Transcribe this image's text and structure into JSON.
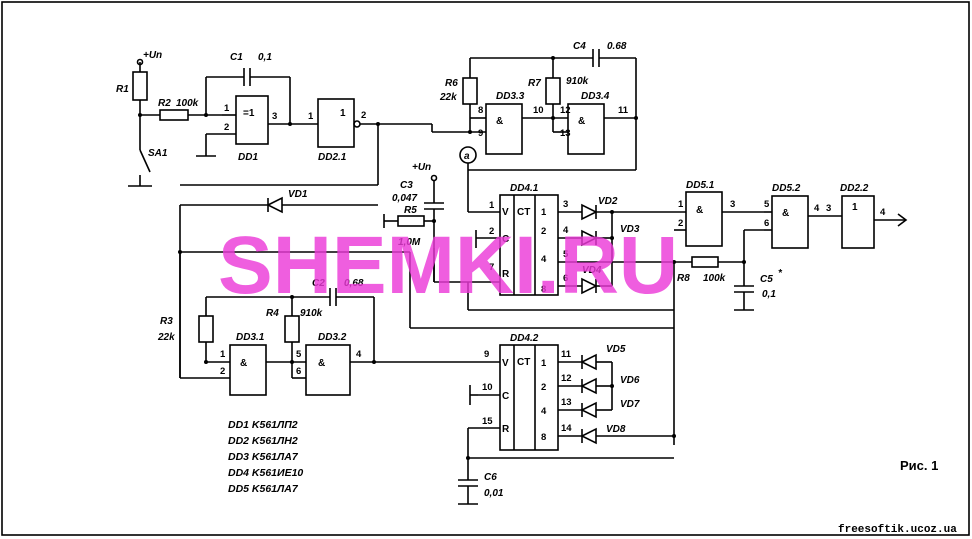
{
  "labels": {
    "vplus_top": "+Un",
    "vplus_mid": "+Un",
    "r1": "R1",
    "r2": "R2",
    "r2_val": "100k",
    "sa1": "SA1",
    "c1": "C1",
    "c1_val": "0,1",
    "dd1": "DD1",
    "dd1_sym": "=1",
    "dd21": "DD2.1",
    "dd21_sym": "1",
    "r6": "R6",
    "r6_val": "22k",
    "r7": "R7",
    "r7_val": "910k",
    "c4": "C4",
    "c4_val": "0.68",
    "dd33": "DD3.3",
    "dd34": "DD3.4",
    "nand_sym": "&",
    "node_a": "a",
    "vd1": "VD1",
    "c3": "C3",
    "c3_val": "0,047",
    "r5": "R5",
    "r5_val": "1,0M",
    "dd41": "DD4.1",
    "ct": "CT",
    "v": "V",
    "c": "C",
    "r": "R",
    "vd2": "VD2",
    "vd3": "VD3",
    "vd4": "VD4",
    "dd51": "DD5.1",
    "dd52": "DD5.2",
    "dd22": "DD2.2",
    "dd22_sym": "1",
    "r8": "R8",
    "r8_val": "100k",
    "c5": "C5",
    "c5_star": "*",
    "c5_val": "0,1",
    "r3": "R3",
    "r3_val": "22k",
    "r4": "R4",
    "r4_val": "910k",
    "c2": "C2",
    "c2_val": "0,68",
    "dd31": "DD3.1",
    "dd32": "DD3.2",
    "dd42": "DD4.2",
    "vd5": "VD5",
    "vd6": "VD6",
    "vd7": "VD7",
    "vd8": "VD8",
    "c6": "C6",
    "c6_val": "0,01"
  },
  "legend": [
    "DD1 K561ЛП2",
    "DD2 K561ЛН2",
    "DD3 K561ЛА7",
    "DD4 K561ИЕ10",
    "DD5 K561ЛА7"
  ],
  "watermark": "SHEMKI.RU",
  "figure_caption": "Рис. 1",
  "source_site": "freesoftik.ucoz.ua"
}
